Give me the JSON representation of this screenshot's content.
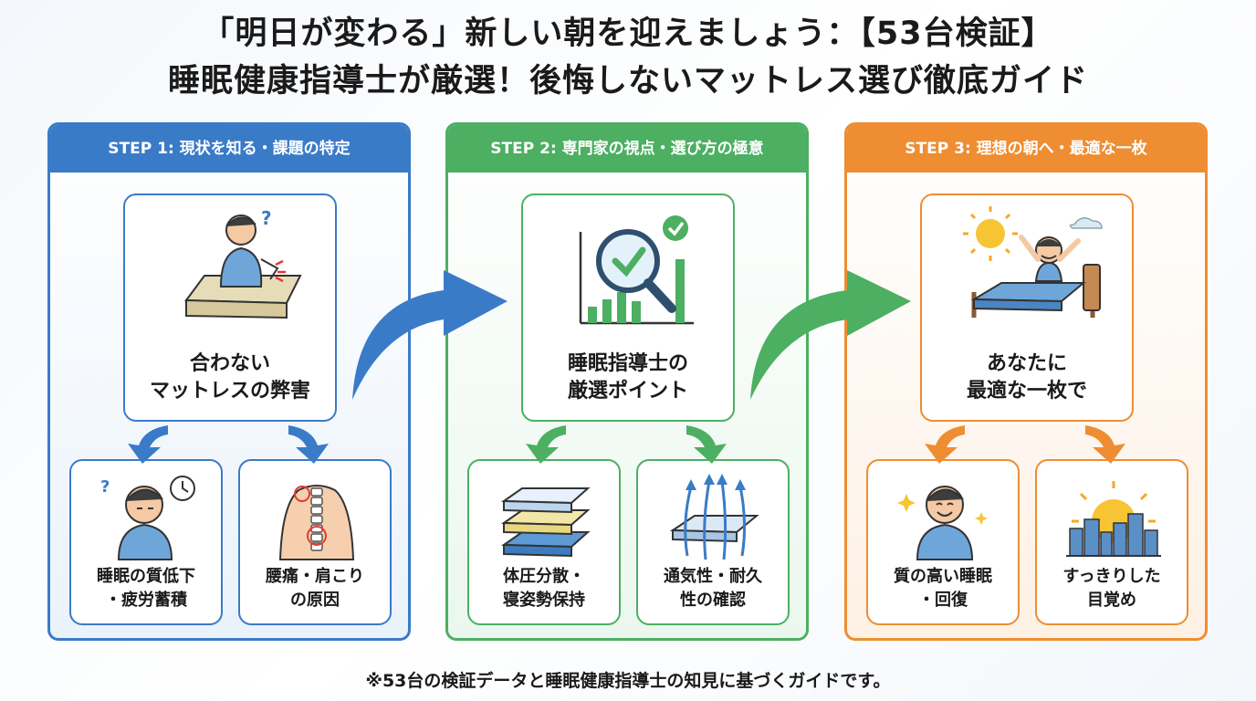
{
  "title": {
    "line1": "「明日が変わる」新しい朝を迎えましょう：【53台検証】",
    "line2": "睡眠健康指導士が厳選！後悔しないマットレス選び徹底ガイド"
  },
  "steps": [
    {
      "heading": "STEP 1: 現状を知る・課題の特定",
      "main": [
        "合わない",
        "マットレスの弊害"
      ],
      "subs": [
        {
          "lines": [
            "睡眠の質低下",
            "・疲労蓄積"
          ],
          "icon": "tired-person-clock-icon"
        },
        {
          "lines": [
            "腰痛・肩こり",
            "の原因"
          ],
          "icon": "spine-back-icon"
        }
      ],
      "main_icon": "back-pain-mattress-icon",
      "color": "#3a7bc8"
    },
    {
      "heading": "STEP 2: 専門家の視点・選び方の極意",
      "main": [
        "睡眠指導士の",
        "厳選ポイント"
      ],
      "subs": [
        {
          "lines": [
            "体圧分散・",
            "寝姿勢保持"
          ],
          "icon": "mattress-layers-icon"
        },
        {
          "lines": [
            "通気性・耐久",
            "性の確認"
          ],
          "icon": "airflow-icon"
        }
      ],
      "main_icon": "magnifier-chart-check-icon",
      "color": "#4caf62"
    },
    {
      "heading": "STEP 3: 理想の朝へ・最適な一枚",
      "main": [
        "あなたに",
        "最適な一枚で"
      ],
      "subs": [
        {
          "lines": [
            "質の高い睡眠",
            "・回復"
          ],
          "icon": "smiling-person-icon"
        },
        {
          "lines": [
            "すっきりした",
            "目覚め"
          ],
          "icon": "sunrise-city-icon"
        }
      ],
      "main_icon": "waking-person-bed-sun-icon",
      "color": "#ee8d32"
    }
  ],
  "footer": "※53台の検証データと睡眠健康指導士の知見に基づくガイドです。"
}
